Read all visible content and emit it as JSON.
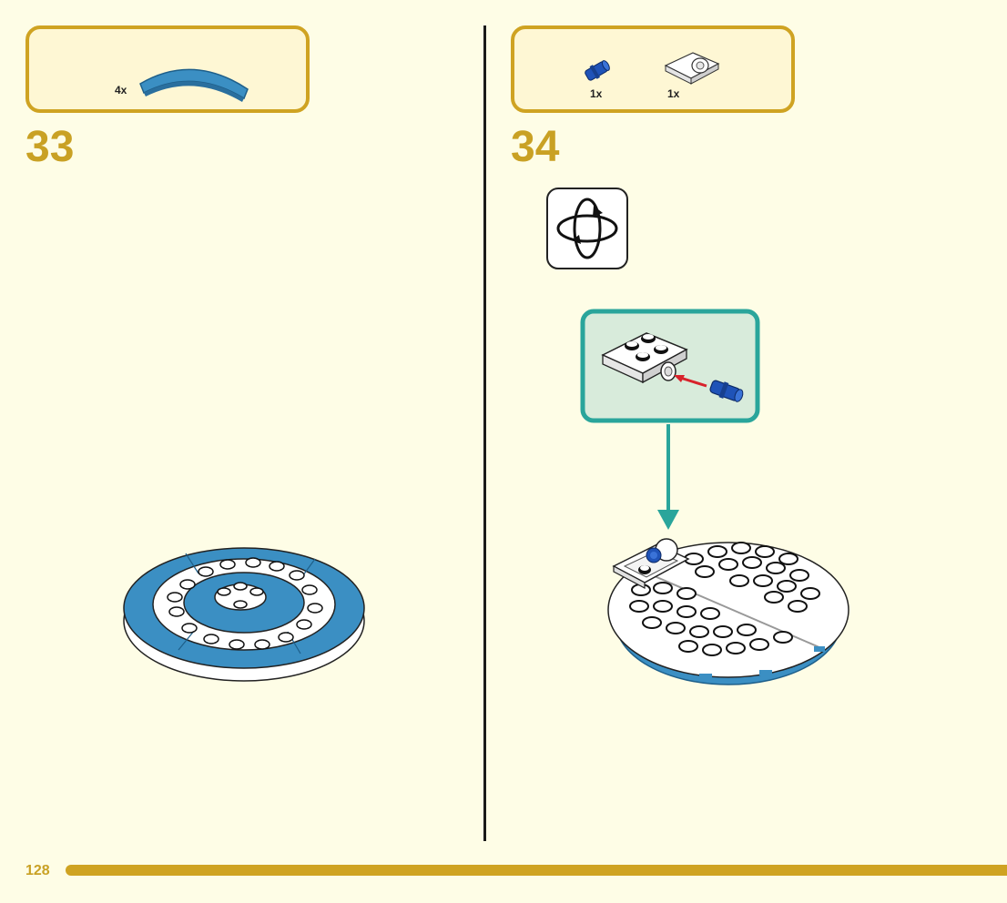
{
  "page_number": "128",
  "steps": [
    {
      "number": "33",
      "parts": [
        {
          "icon": "curved-tile-blue-icon",
          "qty": "4x"
        }
      ]
    },
    {
      "number": "34",
      "parts": [
        {
          "icon": "technic-pin-blue-icon",
          "qty": "1x"
        },
        {
          "icon": "plate-with-pin-hole-white-icon",
          "qty": "1x"
        }
      ],
      "rotate_icon": "rotate-model-icon"
    }
  ],
  "colors": {
    "accent_gold": "#cfa322",
    "parts_box_fill": "#fef7d4",
    "page_background": "#fefde6",
    "brick_blue": "#3b8fc3",
    "callout_teal": "#2aa59b",
    "callout_fill": "#d8ebdb",
    "pin_blue": "#1f53b8",
    "arrow_red": "#d8222b"
  }
}
